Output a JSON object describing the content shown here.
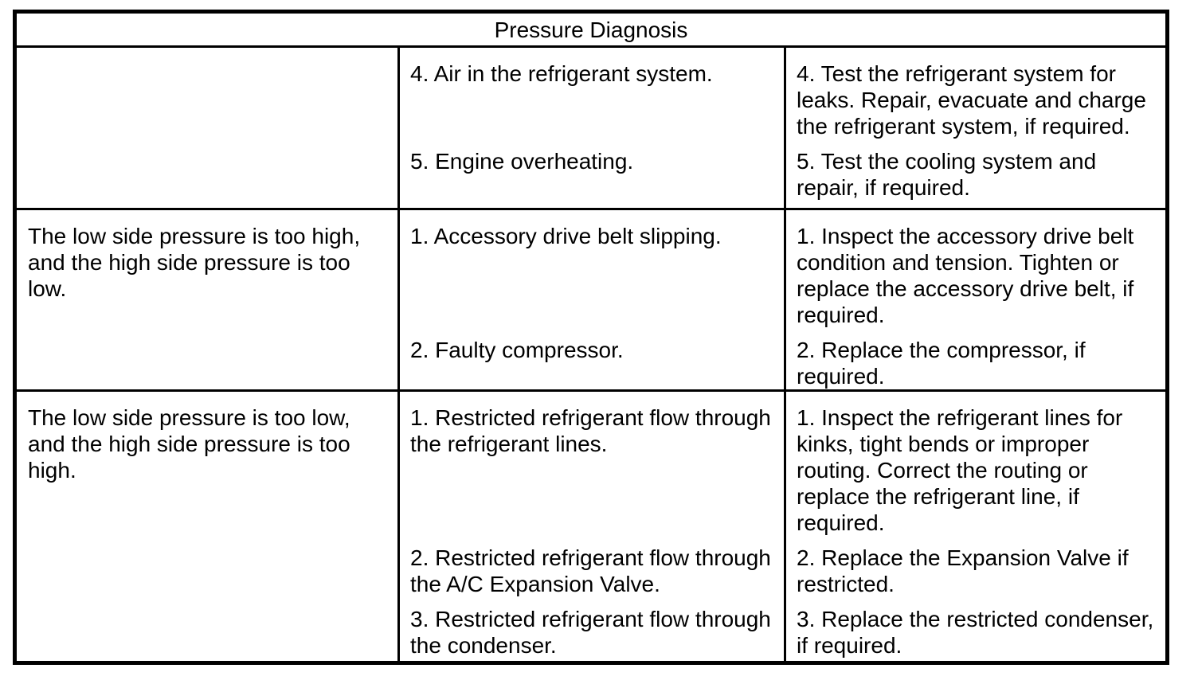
{
  "table": {
    "title": "Pressure Diagnosis",
    "rows": [
      {
        "condition": "",
        "items": [
          {
            "cause": "4. Air in the refrigerant system.",
            "correction": "4. Test the refrigerant system for leaks. Repair, evacuate and charge the refrigerant system, if required."
          },
          {
            "cause": "5. Engine overheating.",
            "correction": "5. Test the cooling system and repair, if required."
          }
        ]
      },
      {
        "condition": "The low side pressure is too high, and the high side pressure is too low.",
        "items": [
          {
            "cause": "1. Accessory drive belt slipping.",
            "correction": "1. Inspect the accessory drive belt condition and tension. Tighten or replace the accessory drive belt, if required."
          },
          {
            "cause": "2. Faulty compressor.",
            "correction": "2. Replace the compressor, if required."
          }
        ]
      },
      {
        "condition": "The low side pressure is too low, and the high side pressure is too high.",
        "items": [
          {
            "cause": "1. Restricted refrigerant flow through the refrigerant lines.",
            "correction": "1. Inspect the refrigerant lines for kinks, tight bends or improper routing. Correct the routing or replace the refrigerant line, if required."
          },
          {
            "cause": "2. Restricted refrigerant flow through the A/C Expansion Valve.",
            "correction": "2. Replace the Expansion Valve if restricted."
          },
          {
            "cause": "3. Restricted refrigerant flow through the condenser.",
            "correction": "3. Replace the restricted condenser, if required."
          }
        ]
      }
    ]
  }
}
